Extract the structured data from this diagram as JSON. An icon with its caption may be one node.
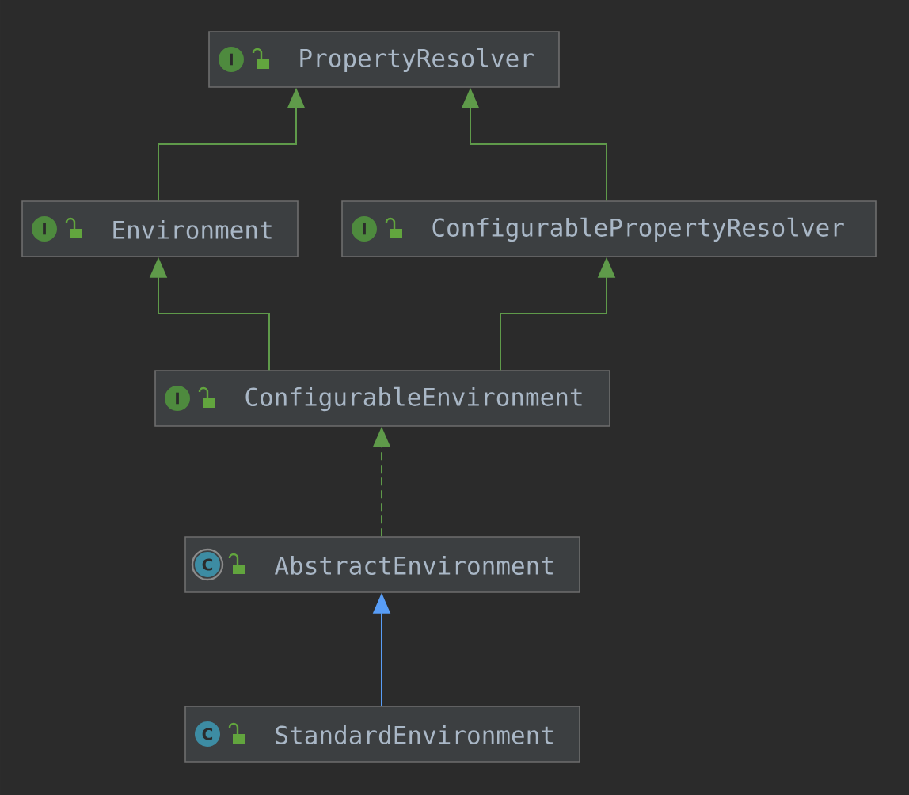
{
  "diagram": {
    "nodes": [
      {
        "text": [
          "I",
          "PropertyResolver"
        ]
      },
      {
        "text": [
          "I",
          "Environment"
        ]
      },
      {
        "text": [
          "I",
          "ConfigurablePropertyResolver"
        ]
      },
      {
        "text": [
          "I",
          "ConfigurableEnvironment"
        ]
      },
      {
        "text": [
          "C",
          "AbstractEnvironment"
        ]
      },
      {
        "text": [
          "C",
          "StandardEnvironment"
        ]
      }
    ],
    "edges": [
      {
        "from": 1,
        "to": 0,
        "arrow": "to"
      },
      {
        "from": 2,
        "to": 0,
        "arrow": "to"
      },
      {
        "from": 3,
        "to": 1,
        "arrow": "to"
      },
      {
        "from": 3,
        "to": 2,
        "arrow": "to"
      },
      {
        "from": 4,
        "to": 3,
        "arrow": "to",
        "style": "dashed"
      },
      {
        "from": 5,
        "to": 4,
        "arrow": "to",
        "color": "#589df6"
      }
    ]
  }
}
